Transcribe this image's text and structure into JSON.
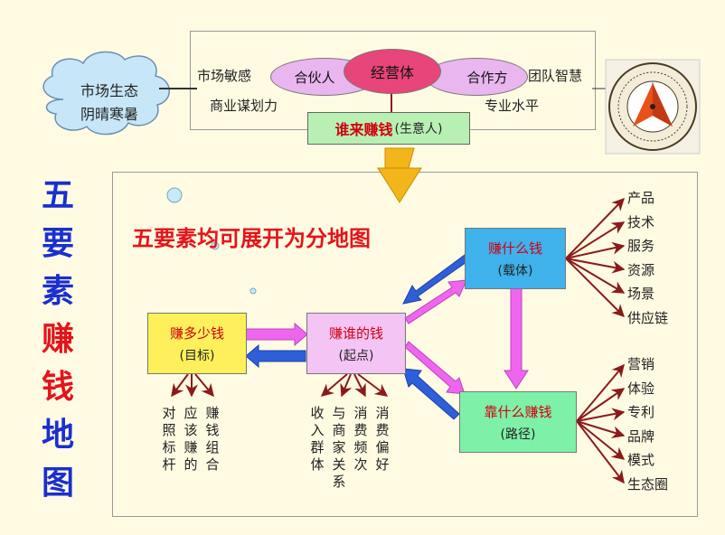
{
  "top": {
    "market_sense": "市场敏感",
    "business_planning": "商业谋划力",
    "team_wisdom": "团队智慧",
    "professional_level": "专业水平",
    "partner": "合伙人",
    "entity": "经营体",
    "cooperation": "合作方",
    "who_earns": "谁来赚钱",
    "who_earns_sub": "(生意人)"
  },
  "cloud": {
    "line1": "市场生态",
    "line2": "阴晴寒暑"
  },
  "vertical_title": [
    "五",
    "要",
    "素",
    "赚",
    "钱",
    "地",
    "图"
  ],
  "main": {
    "subtitle": "五要素均可展开为分地图",
    "goal": {
      "title": "赚多少钱",
      "sub": "(目标)"
    },
    "start": {
      "title": "赚谁的钱",
      "sub": "(起点)"
    },
    "carrier": {
      "title": "赚什么钱",
      "sub": "(载体)"
    },
    "path": {
      "title": "靠什么赚钱",
      "sub": "(路径)"
    }
  },
  "goal_items": [
    "对照标杆",
    "应该赚的",
    "赚钱组合"
  ],
  "start_items": [
    "收入群体",
    "与商家关系",
    "消费频次",
    "消费偏好"
  ],
  "carrier_items": [
    "产品",
    "技术",
    "服务",
    "资源",
    "场景",
    "供应链"
  ],
  "path_items": [
    "营销",
    "体验",
    "专利",
    "品牌",
    "模式",
    "生态圈"
  ],
  "colors": {
    "background": "#fffbe3",
    "accent_red": "#e5141a",
    "title_blue": "#1a2fd0",
    "arrow_dark": "#8b1a1a",
    "arrow_pink": "#ee66ee",
    "arrow_blue": "#2f5fd8"
  },
  "icons": {
    "compass": "compass-icon",
    "cloud": "cloud-icon"
  }
}
